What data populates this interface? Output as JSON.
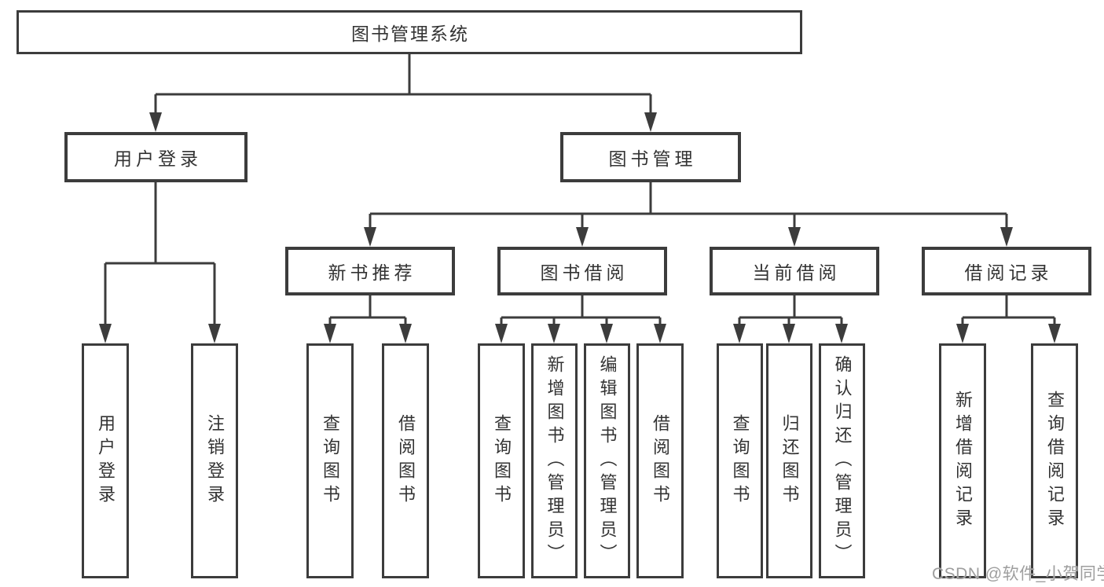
{
  "diagram_type": "function-structure-tree",
  "watermark": "CSDN @软件_小贺同学",
  "colors": {
    "line": "#3c3c3c",
    "box_border": "#3c3c3c",
    "box_fill": "#ffffff",
    "text": "#333333",
    "watermark": "#9e9e9e",
    "background": "#ffffff"
  },
  "nodes": {
    "root": "图书管理系统",
    "user_login": "用户登录",
    "book_mgmt": "图书管理",
    "new_book_rec": "新书推荐",
    "book_borrow": "图书借阅",
    "current_borrow": "当前借阅",
    "borrow_records": "借阅记录",
    "user_login_leaf": "用户登录",
    "logout_leaf": "注销登录",
    "nb_query": "查询图书",
    "nb_borrow": "借阅图书",
    "bb_query": "查询图书",
    "bb_add": "新增图书（管理员）",
    "bb_edit": "编辑图书（管理员）",
    "bb_borrow": "借阅图书",
    "cb_query": "查询图书",
    "cb_return": "归还图书",
    "cb_confirm": "确认归还（管理员）",
    "br_add": "新增借阅记录",
    "br_query": "查询借阅记录"
  },
  "hierarchy": {
    "图书管理系统": {
      "用户登录": [
        "用户登录",
        "注销登录"
      ],
      "图书管理": {
        "新书推荐": [
          "查询图书",
          "借阅图书"
        ],
        "图书借阅": [
          "查询图书",
          "新增图书（管理员）",
          "编辑图书（管理员）",
          "借阅图书"
        ],
        "当前借阅": [
          "查询图书",
          "归还图书",
          "确认归还（管理员）"
        ],
        "借阅记录": [
          "新增借阅记录",
          "查询借阅记录"
        ]
      }
    }
  }
}
